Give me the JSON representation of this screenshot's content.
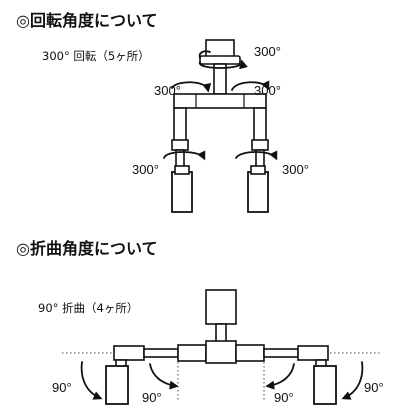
{
  "rotation": {
    "heading": "◎回転角度について",
    "caption": "300°  回転（5ヶ所）",
    "angle_top_right": "300°",
    "angle_mid_left": "300°",
    "angle_mid_right": "300°",
    "angle_low_left": "300°",
    "angle_low_right": "300°"
  },
  "bending": {
    "heading": "◎折曲角度について",
    "caption": "90°  折曲（4ヶ所）",
    "angle_1": "90°",
    "angle_2": "90°",
    "angle_3": "90°",
    "angle_4": "90°"
  }
}
